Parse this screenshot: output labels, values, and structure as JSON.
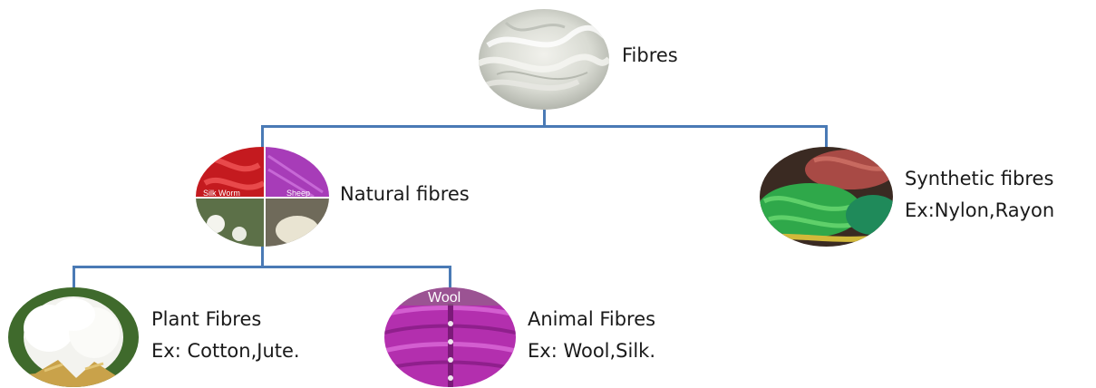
{
  "nodes": {
    "root": {
      "title": "Fibres",
      "image": "white-fibre-bundle-photo"
    },
    "natural": {
      "title": "Natural fibres",
      "image": "natural-fibre-collage-photo",
      "collage_captions": {
        "silk": "Silk Worm",
        "sheep": "Sheep"
      }
    },
    "synthetic": {
      "title": "Synthetic fibres",
      "example": "Ex:Nylon,Rayon",
      "image": "dyed-yarn-skeins-photo"
    },
    "plant": {
      "title": "Plant Fibres",
      "example": "Ex: Cotton,Jute.",
      "image": "cotton-boll-photo"
    },
    "animal": {
      "title": "Animal Fibres",
      "example": "Ex: Wool,Silk.",
      "image": "knitted-wool-sweater-photo",
      "caption": "Wool"
    }
  },
  "colors": {
    "connector": "#4a7ab5",
    "text": "#1a1a1a"
  }
}
